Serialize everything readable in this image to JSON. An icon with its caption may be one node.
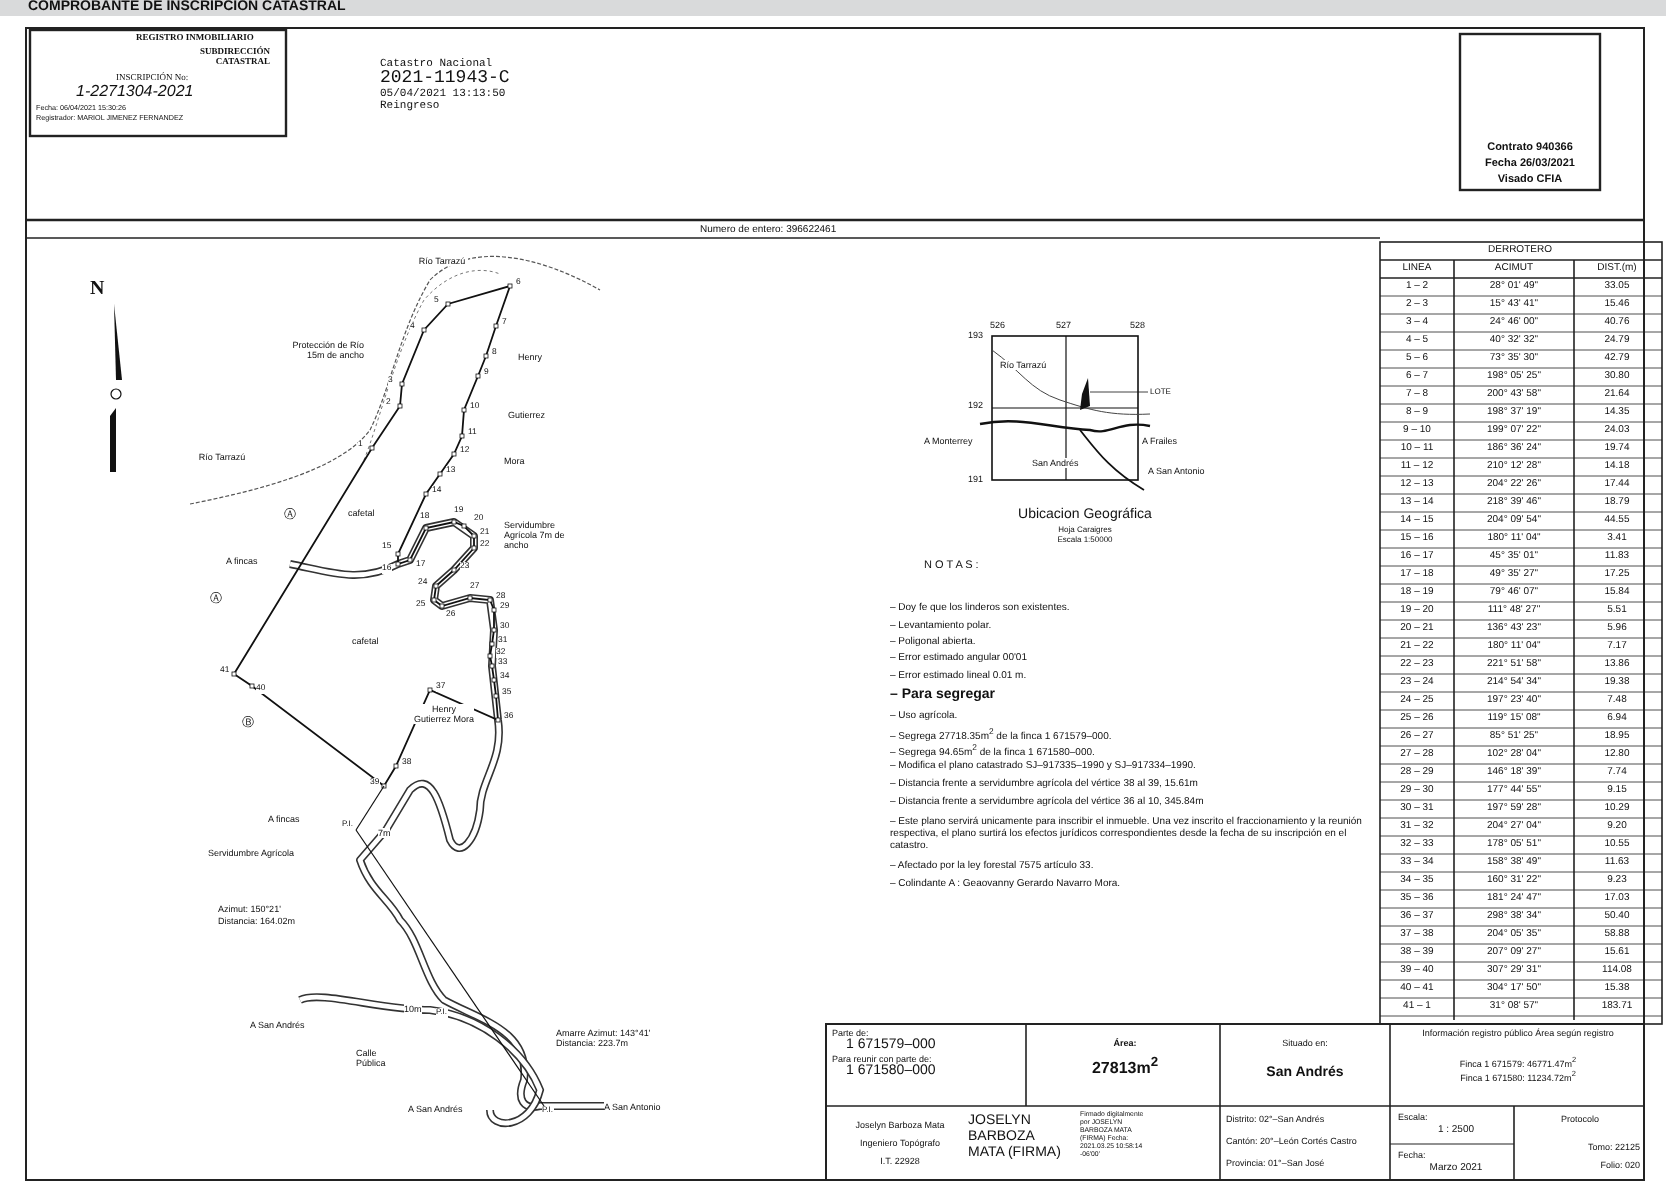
{
  "diagram": {
    "title": "COMPROBANTE DE INSCRIPCION CATASTRAL",
    "labels": [
      "REGISTRO INMOBILIARIO",
      "SUBDIRECCIÓN CATASTRAL",
      "INSCRIPCIÓN No:",
      "1-2271304-2021",
      "Fecha: 06/04/2021 15:30:26",
      "Registrador: MARIOL JIMENEZ FERNANDEZ",
      "Catastro Nacional",
      "2021-11943-C",
      "05/04/2021 13:13:50",
      "Reingreso",
      "Contrato 940366",
      "Fecha 26/03/2021",
      "Visado CFIA",
      "Numero de entero: 396622461",
      "N",
      "Río Tarrazú",
      "Protección de Río 15m de ancho",
      "Henry",
      "Gutierrez",
      "Mora",
      "Río Tarrazú",
      "Ⓐ",
      "cafetal",
      "Servidumbre Agrícola 7m de ancho",
      "A fincas",
      "Ⓐ",
      "cafetal",
      "Ⓑ",
      "Henry Gutierrez Mora",
      "A fincas",
      "P.I.",
      "7m",
      "Servidumbre Agrícola",
      "Azimut: 150°21'",
      "Distancia: 164.02m",
      "10m",
      "P.I.",
      "A San Andrés",
      "Calle Pública",
      "Amarre Azimut: 143°41' Distancia: 223.7m",
      "A San Andrés",
      "P.I.",
      "A San Antonio",
      "1",
      "2",
      "3",
      "4",
      "5",
      "6",
      "7",
      "8",
      "9",
      "10",
      "11",
      "12",
      "13",
      "14",
      "15",
      "16",
      "17",
      "18",
      "19",
      "20",
      "21",
      "22",
      "23",
      "24",
      "25",
      "26",
      "27",
      "28",
      "29",
      "30",
      "31",
      "32",
      "33",
      "34",
      "35",
      "36",
      "37",
      "38",
      "39",
      "40",
      "41",
      "526",
      "527",
      "528",
      "193",
      "192",
      "191",
      "Río Tarrazú",
      "LOTE",
      "A Monterrey",
      "A Frailes",
      "San Andrés",
      "A San Antonio",
      "Ubicacion Geográfica",
      "Hoja Caraigres",
      "Escala 1:50000",
      "N O T A S :",
      "– Doy fe que los linderos son existentes.",
      "– Levantamiento polar.",
      "– Poligonal abierta.",
      "– Error estimado angular 00'01",
      "– Error estimado lineal 0.01 m.",
      "– Para segregar",
      "– Uso agrícola.",
      "– Segrega 27718.35m$^{2}$ de la finca 1 671579–000.",
      "– Segrega 94.65m$^{2}$ de la finca 1 671580–000.",
      "– Modifica el plano catastrado SJ–917335–1990 y SJ–917334–1990.",
      "– Distancia frente a servidumbre agrícola del vértice 38 al 39, 15.61m",
      "– Distancia frente a servidumbre agrícola del vértice 36 al 10, 345.84m",
      "– Este plano servirá unicamente para inscribir el inmueble. Una vez inscrito el fraccionamiento y la reunión respectiva, el plano surtirá los efectos jurídicos correspondientes desde la fecha de su inscripción en el catastro.",
      "– Afectado por la ley forestal 7575 artículo 33.",
      "– Colindante A : Geaovanny Gerardo Navarro Mora.",
      "DERROTERO",
      "LINEA",
      "ACIMUT",
      "DIST.(m)",
      "1 – 2",
      "28° 01' 49\"",
      "33.05",
      "2 – 3",
      "15° 43' 41\"",
      "15.46",
      "3 – 4",
      "24° 46' 00\"",
      "40.76",
      "4 – 5",
      "40° 32' 32\"",
      "24.79",
      "5 – 6",
      "73° 35' 30\"",
      "42.79",
      "6 – 7",
      "198° 05' 25\"",
      "30.80",
      "7 – 8",
      "200° 43' 58\"",
      "21.64",
      "8 – 9",
      "198° 37' 19\"",
      "14.35",
      "9 – 10",
      "199° 07' 22\"",
      "24.03",
      "10 – 11",
      "186° 36' 24\"",
      "19.74",
      "11 – 12",
      "210° 12' 28\"",
      "14.18",
      "12 – 13",
      "204° 22' 26\"",
      "17.44",
      "13 – 14",
      "218° 39' 46\"",
      "18.79",
      "14 – 15",
      "204° 09' 54\"",
      "44.55",
      "15 – 16",
      "180° 11' 04\"",
      "3.41",
      "16 – 17",
      "45° 35' 01\"",
      "11.83",
      "17 – 18",
      "49° 35' 27\"",
      "17.25",
      "18 – 19",
      "79° 46' 07\"",
      "15.84",
      "19 – 20",
      "111° 48' 27\"",
      "5.51",
      "20 – 21",
      "136° 43' 23\"",
      "5.96",
      "21 – 22",
      "180° 11' 04\"",
      "7.17",
      "22 – 23",
      "221° 51' 58\"",
      "13.86",
      "23 – 24",
      "214° 54' 34\"",
      "19.38",
      "24 – 25",
      "197° 23' 40\"",
      "7.48",
      "25 – 26",
      "119° 15' 08\"",
      "6.94",
      "26 – 27",
      "85° 51' 25\"",
      "18.95",
      "27 – 28",
      "102° 28' 04\"",
      "12.80",
      "28 – 29",
      "146° 18' 39\"",
      "7.74",
      "29 – 30",
      "177° 44' 55\"",
      "9.15",
      "30 – 31",
      "197° 59' 28\"",
      "10.29",
      "31 – 32",
      "204° 27' 04\"",
      "9.20",
      "32 – 33",
      "178° 05' 51\"",
      "10.55",
      "33 – 34",
      "158° 38' 49\"",
      "11.63",
      "34 – 35",
      "160° 31' 22\"",
      "9.23",
      "35 – 36",
      "181° 24' 47\"",
      "17.03",
      "36 – 37",
      "298° 38' 34\"",
      "50.40",
      "37 – 38",
      "204° 05' 35\"",
      "58.88",
      "38 – 39",
      "207° 09' 27\"",
      "15.61",
      "39 – 40",
      "307° 29' 31\"",
      "114.08",
      "40 – 41",
      "304° 17' 50\"",
      "15.38",
      "41 – 1",
      "31° 08' 57\"",
      "183.71",
      "Parte de:",
      "1 671579–000",
      "Para reunir con parte de:",
      "1 671580–000",
      "Área:",
      "27813m$^{2}$",
      "Situado en:",
      "San Andrés",
      "Información registro público Área según registro",
      "Finca 1 671579: 46771.47m$^{2}$",
      "Finca 1 671580: 11234.72m$^{2}$",
      "Joselyn Barboza Mata",
      "Ingeniero Topógrafo",
      "I.T. 22928",
      "JOSELYN BARBOZA MATA (FIRMA)",
      "Firmado digitalmente por JOSELYN BARBOZA MATA (FIRMA) Fecha: 2021.03.25 10:58:14 -06'00'",
      "Distrito: 02°–San Andrés",
      "Cantón: 20°–León Cortés Castro",
      "Provincia: 01°–San José",
      "Escala:",
      "1 : 2500",
      "Fecha:",
      "Marzo 2021",
      "Protocolo",
      "Tomo: 22125",
      "Folio: 020"
    ]
  }
}
